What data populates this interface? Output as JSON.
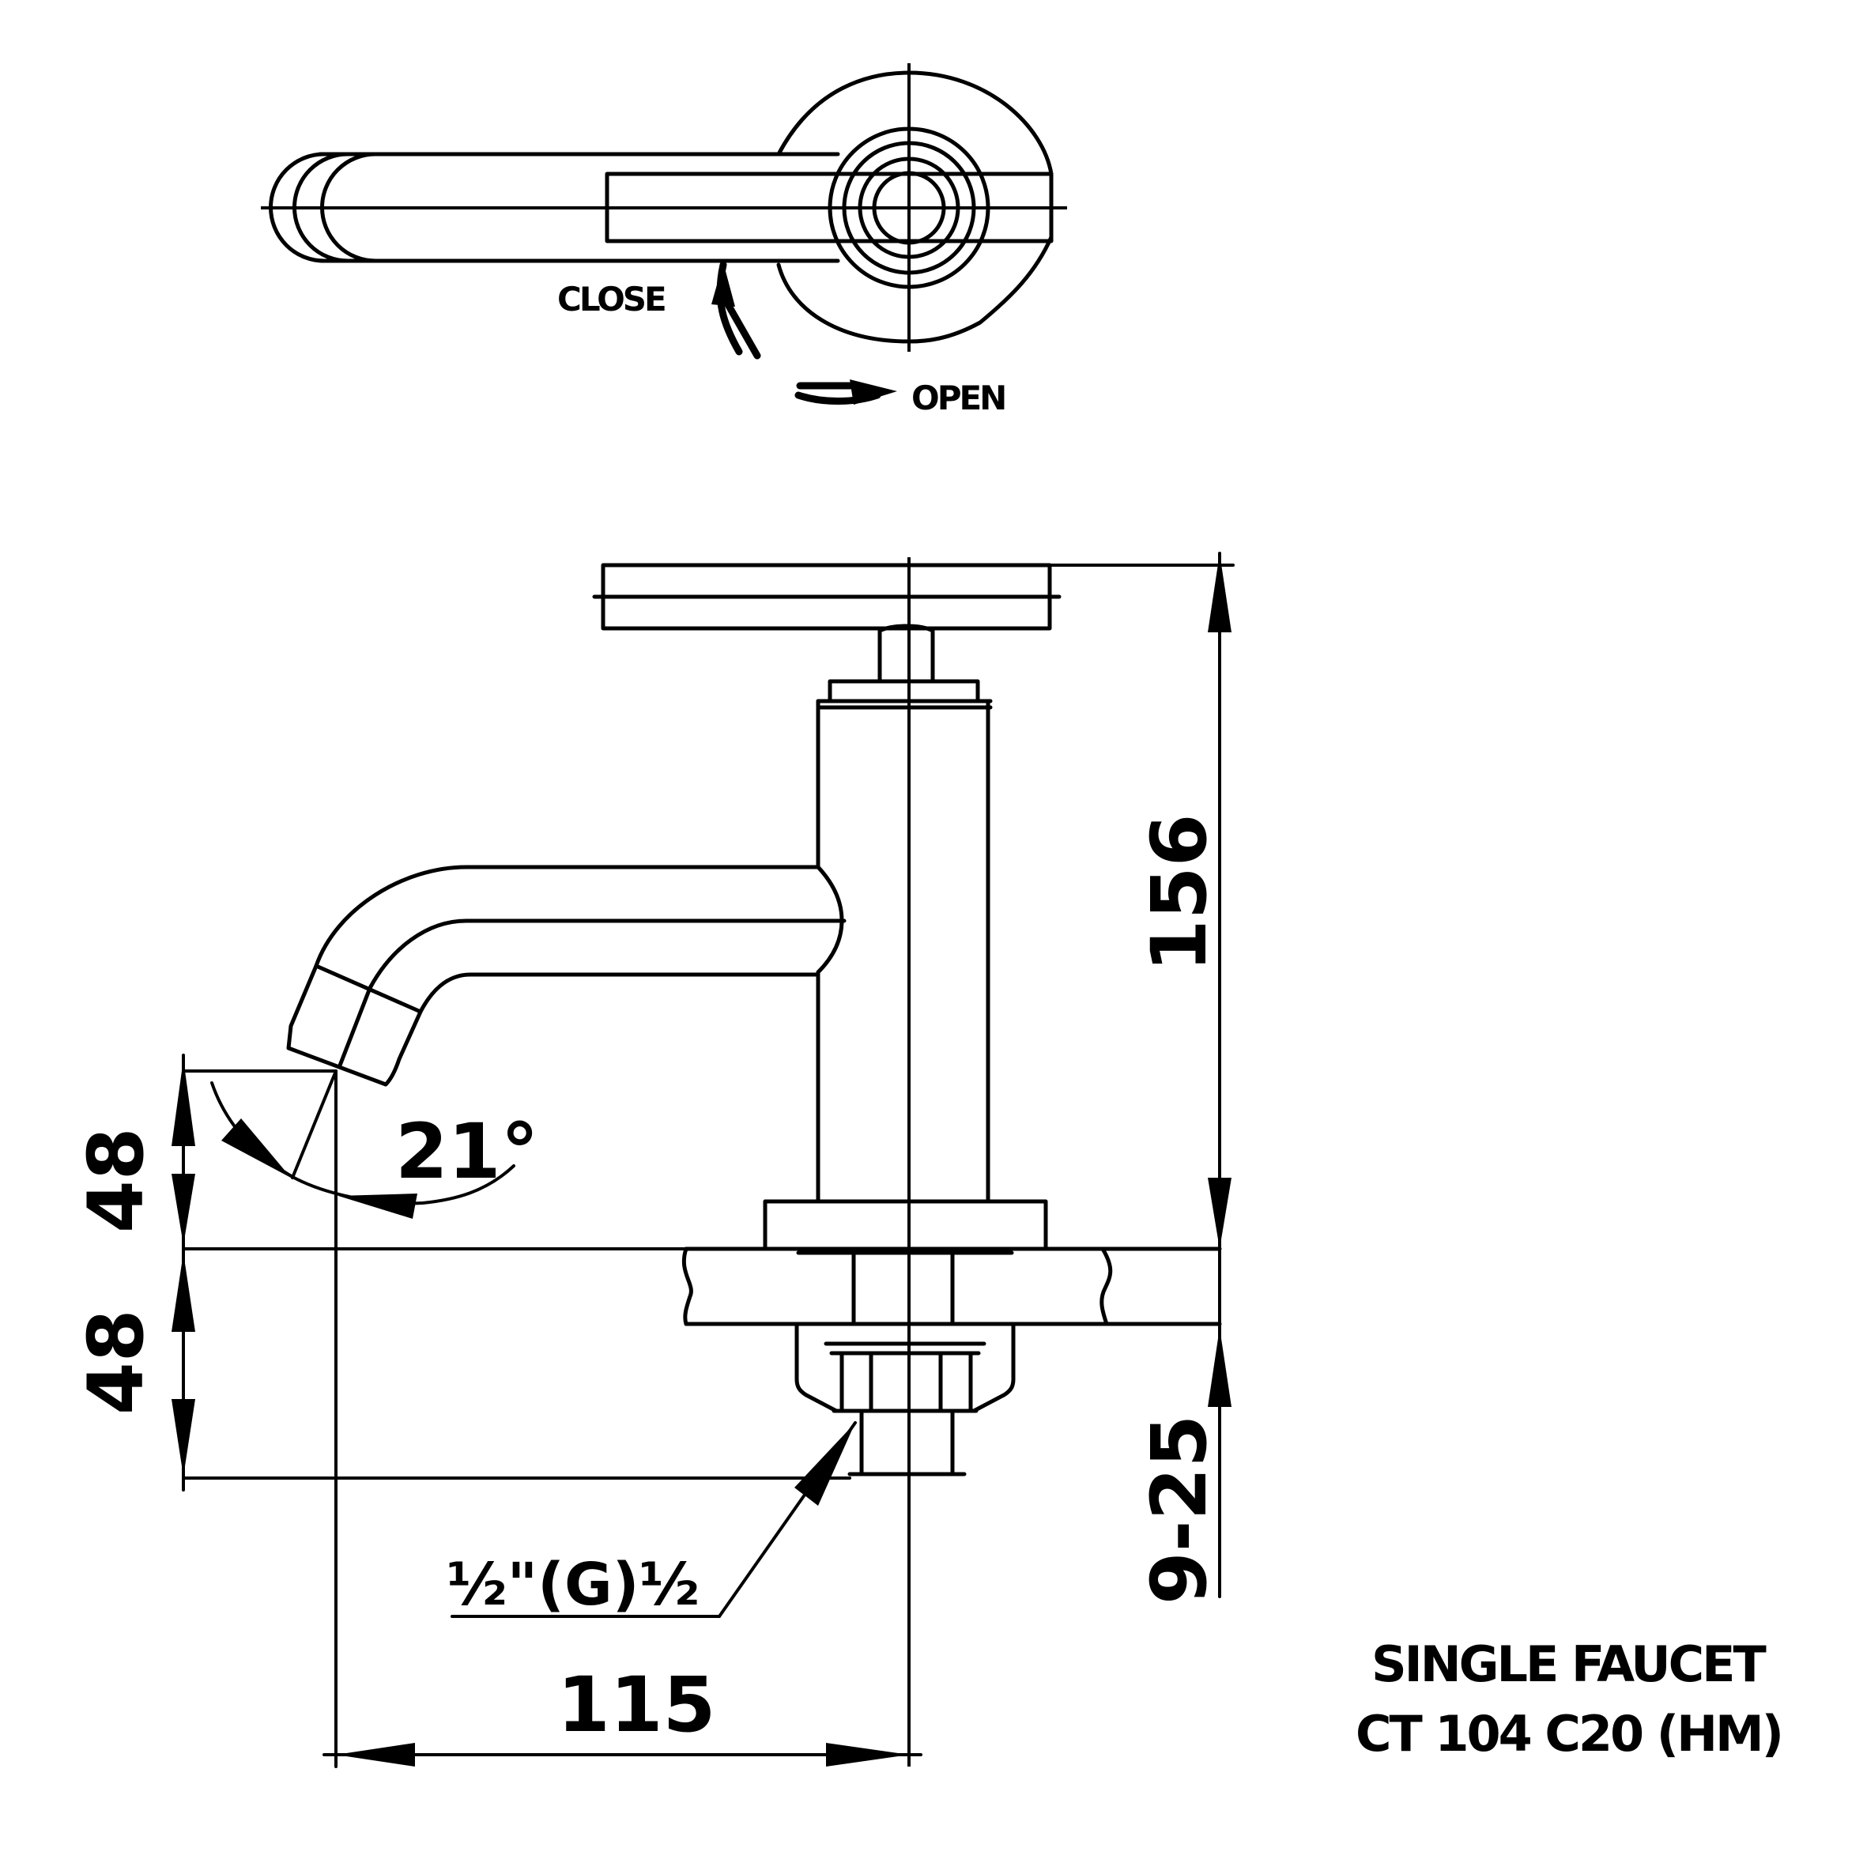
{
  "drawing": {
    "top_view": {
      "close_label": "CLOSE",
      "open_label": "OPEN"
    },
    "dimensions": {
      "overall_height": "156",
      "spout_height_above": "48",
      "spout_height_below": "48",
      "deck_thickness": "9-25",
      "spout_reach": "115",
      "spout_angle": "21°",
      "thread_spec": "½\"(G)½"
    },
    "title_block": {
      "line1": "SINGLE FAUCET",
      "line2": "CT 104 C20 (HM)"
    }
  }
}
